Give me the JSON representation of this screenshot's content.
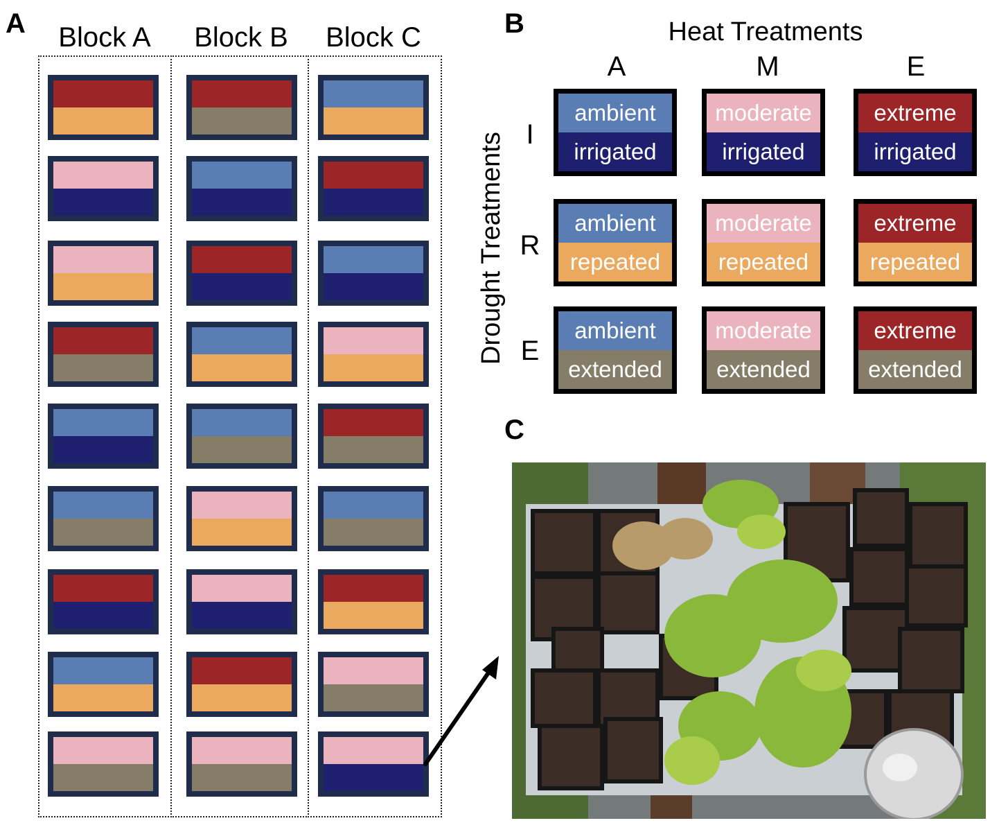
{
  "colors": {
    "ambient": "#5a7db3",
    "moderate": "#ebb3bd",
    "extreme": "#9b2527",
    "irrigated": "#1f1f70",
    "repeated": "#eba95f",
    "extended": "#867d68",
    "tray_border": "#1f2c4c"
  },
  "panel_a": {
    "letter": "A",
    "blocks": [
      {
        "label": "Block A",
        "trays": [
          [
            "extreme",
            "repeated"
          ],
          [
            "moderate",
            "irrigated"
          ],
          [
            "moderate",
            "repeated"
          ],
          [
            "extreme",
            "extended"
          ],
          [
            "ambient",
            "irrigated"
          ],
          [
            "ambient",
            "extended"
          ],
          [
            "extreme",
            "irrigated"
          ],
          [
            "ambient",
            "repeated"
          ],
          [
            "moderate",
            "extended"
          ]
        ]
      },
      {
        "label": "Block B",
        "trays": [
          [
            "extreme",
            "extended"
          ],
          [
            "ambient",
            "irrigated"
          ],
          [
            "extreme",
            "irrigated"
          ],
          [
            "ambient",
            "repeated"
          ],
          [
            "ambient",
            "extended"
          ],
          [
            "moderate",
            "repeated"
          ],
          [
            "moderate",
            "irrigated"
          ],
          [
            "extreme",
            "repeated"
          ],
          [
            "moderate",
            "extended"
          ]
        ]
      },
      {
        "label": "Block C",
        "trays": [
          [
            "ambient",
            "repeated"
          ],
          [
            "extreme",
            "irrigated"
          ],
          [
            "ambient",
            "irrigated"
          ],
          [
            "moderate",
            "repeated"
          ],
          [
            "extreme",
            "extended"
          ],
          [
            "ambient",
            "extended"
          ],
          [
            "extreme",
            "repeated"
          ],
          [
            "moderate",
            "extended"
          ],
          [
            "moderate",
            "irrigated"
          ]
        ]
      }
    ]
  },
  "panel_b": {
    "letter": "B",
    "title": "Heat Treatments",
    "y_title": "Drought Treatments",
    "columns": [
      {
        "code": "A",
        "label": "ambient",
        "key": "ambient"
      },
      {
        "code": "M",
        "label": "moderate",
        "key": "moderate"
      },
      {
        "code": "E",
        "label": "extreme",
        "key": "extreme"
      }
    ],
    "rows": [
      {
        "code": "I",
        "label": "irrigated",
        "key": "irrigated"
      },
      {
        "code": "R",
        "label": "repeated",
        "key": "repeated"
      },
      {
        "code": "E",
        "label": "extended",
        "key": "extended"
      }
    ]
  },
  "panel_c": {
    "letter": "C"
  }
}
